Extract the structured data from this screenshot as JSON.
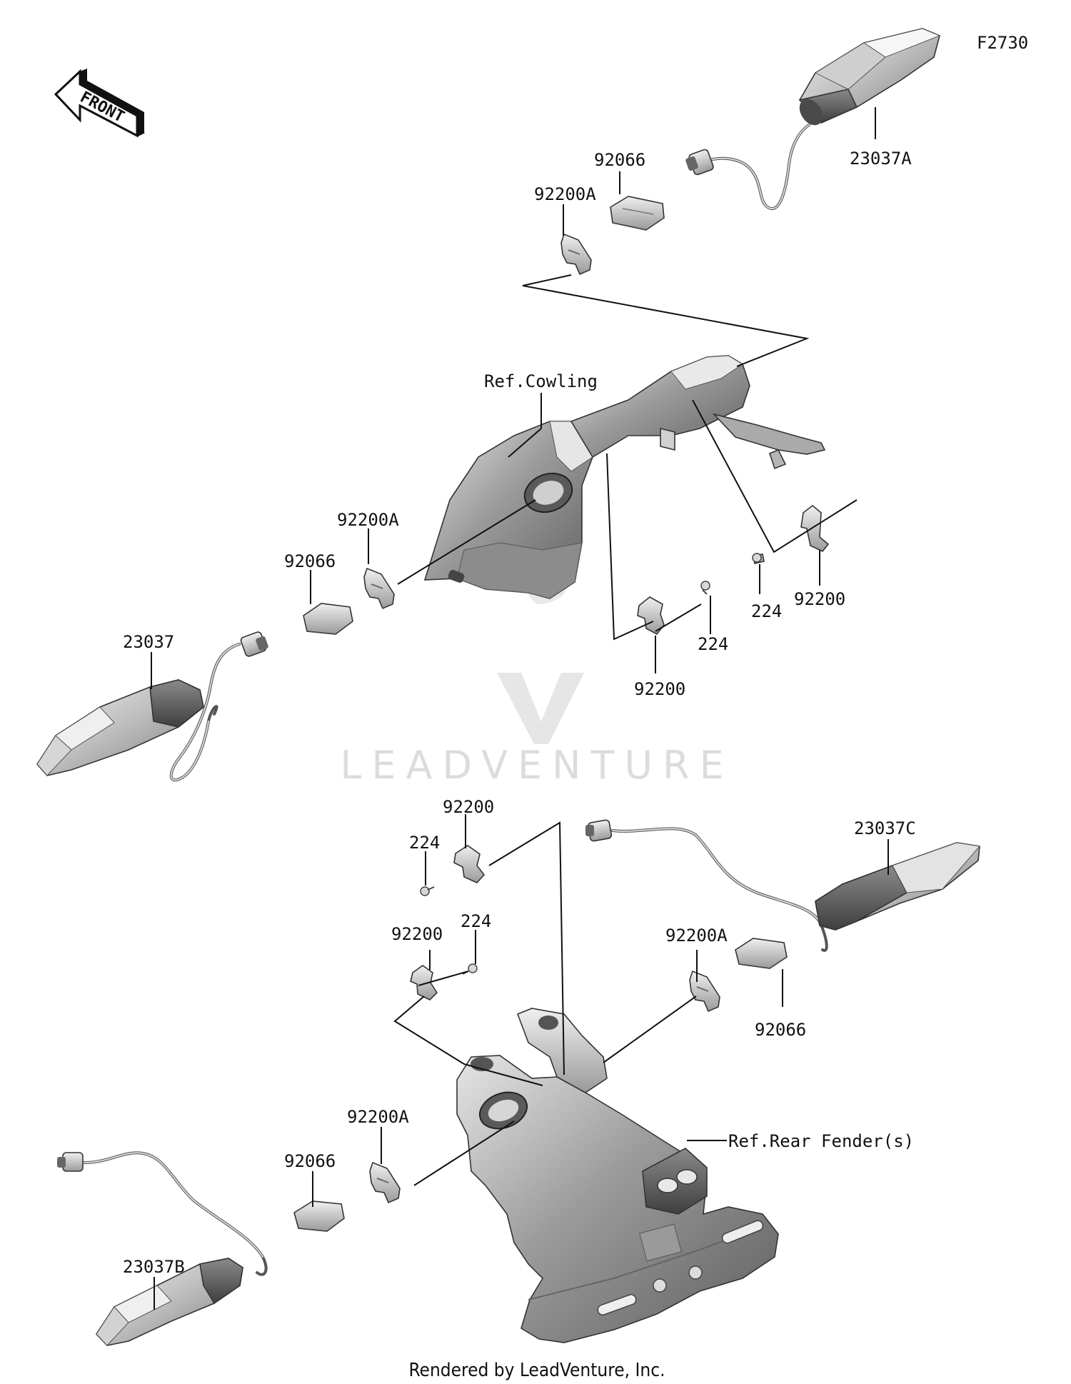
{
  "figure_code": "F2730",
  "front_arrow": {
    "label": "FRONT",
    "icon": "front-direction-arrow-icon"
  },
  "watermark": {
    "text": "LEADVENTURE"
  },
  "footer": "Rendered by LeadVenture, Inc.",
  "refs": {
    "cowling": "Ref.Cowling",
    "rear_fender": "Ref.Rear Fender(s)"
  },
  "labels": {
    "a_23037A": "23037A",
    "a_92066_top": "92066",
    "a_92200A_top": "92200A",
    "b_92200A_mid": "92200A",
    "b_92066_mid": "92066",
    "b_23037": "23037",
    "c_224_right": "224",
    "c_92200_right": "92200",
    "c_224_center": "224",
    "c_92200_center": "92200",
    "d_92200_low1": "92200",
    "d_224_low1": "224",
    "d_92200_low2": "92200",
    "d_224_low2": "224",
    "e_23037C": "23037C",
    "e_92200A_right": "92200A",
    "e_92066_right": "92066",
    "f_92200A_bottom": "92200A",
    "f_92066_bottom": "92066",
    "f_23037B": "23037B"
  }
}
